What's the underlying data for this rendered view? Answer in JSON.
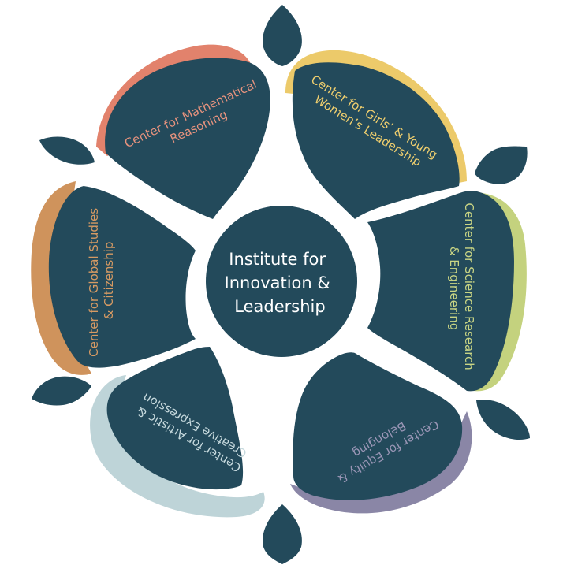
{
  "hub": {
    "lines": [
      "Institute for",
      "Innovation &",
      "Leadership"
    ],
    "fill": "#234a5b",
    "text_color": "#ffffff"
  },
  "petal_fill": "#234a5b",
  "leaf_fill": "#234a5b",
  "centers": [
    {
      "id": "mathematical-reasoning",
      "lines": [
        "Center for Mathematical",
        "Reasoning"
      ],
      "accent": "#e2826c",
      "text_color": "#e8937e"
    },
    {
      "id": "girls-young-womens-leadership",
      "lines": [
        "Center for Girls’ & Young",
        "Women’s Leadership"
      ],
      "accent": "#ecca6a",
      "text_color": "#f0cf6e"
    },
    {
      "id": "science-research-engineering",
      "lines": [
        "Center for Science Research",
        "& Engineering"
      ],
      "accent": "#c4d27e",
      "text_color": "#c9d584"
    },
    {
      "id": "equity-belonging",
      "lines": [
        "Center for Equity &",
        "Belonging"
      ],
      "accent": "#8a86a6",
      "text_color": "#9a96b6"
    },
    {
      "id": "artistic-creative-expression",
      "lines": [
        "Center for Artistic &",
        "Creative Expression"
      ],
      "accent": "#bed4d8",
      "text_color": "#c6d9dd"
    },
    {
      "id": "global-studies-citizenship",
      "lines": [
        "Center for Global Studies",
        "& Citizenship"
      ],
      "accent": "#cf935c",
      "text_color": "#d69a63"
    }
  ]
}
